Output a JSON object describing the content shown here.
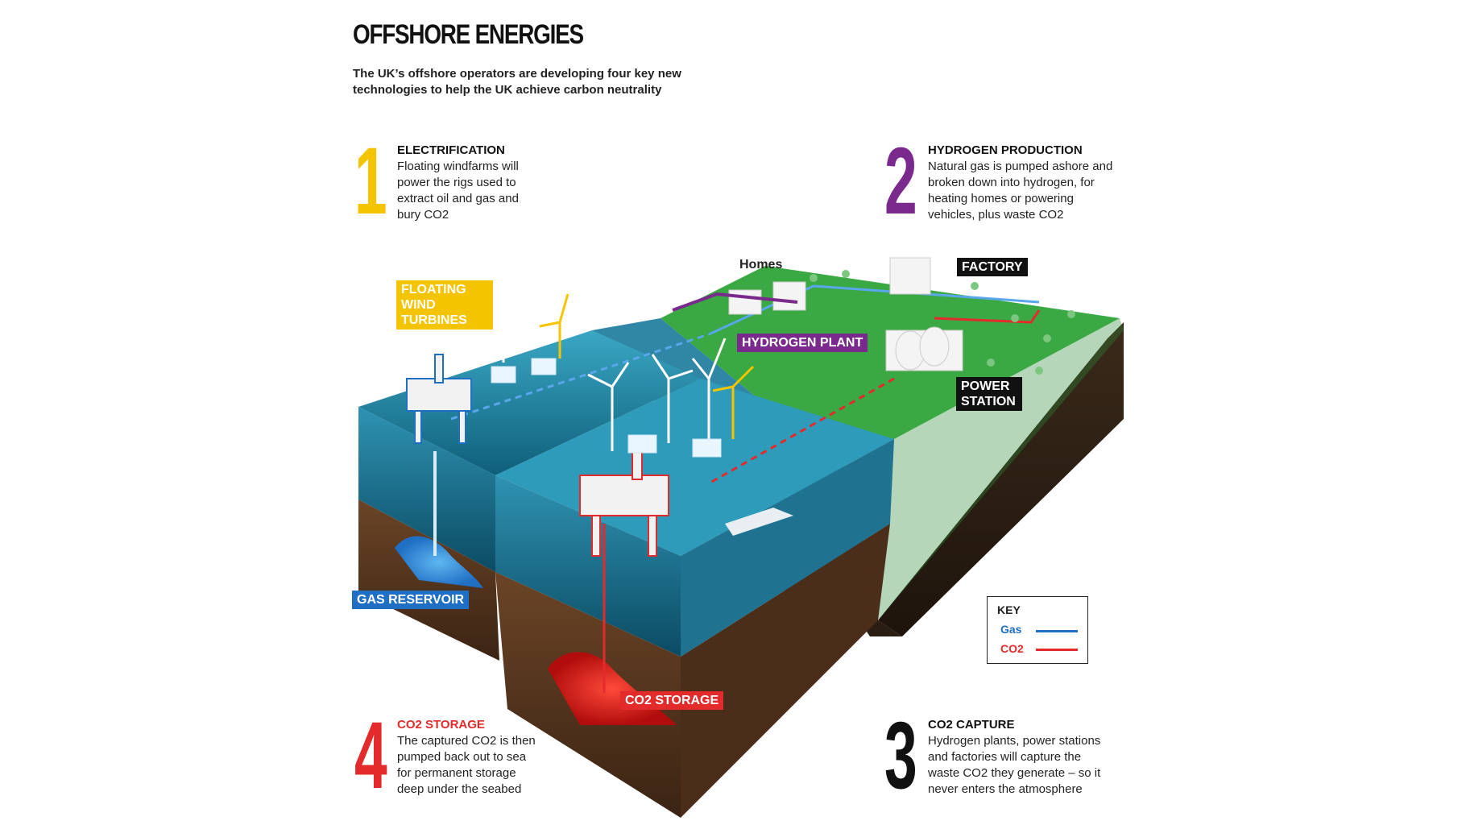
{
  "title": "OFFSHORE ENERGIES",
  "subtitle": "The UK’s offshore operators are developing four key new technologies to help the UK achieve carbon neutrality",
  "steps": [
    {
      "number": "1",
      "heading": "ELECTRIFICATION",
      "body": "Floating windfarms will power the rigs used to extract oil and gas and bury CO2",
      "color": "#f5b800"
    },
    {
      "number": "2",
      "heading": "HYDROGEN PRODUCTION",
      "body": "Natural gas is pumped ashore and broken down into hydrogen, for heating homes or powering vehicles, plus waste CO2",
      "color": "#7a2a8c"
    },
    {
      "number": "3",
      "heading": "CO2 CAPTURE",
      "body": "Hydrogen plants, power stations and factories will capture the waste CO2 they generate – so it never enters the atmosphere",
      "color": "#111111"
    },
    {
      "number": "4",
      "heading": "CO2 STORAGE",
      "body": "The captured CO2 is then pumped back out to sea for permanent storage deep under the seabed",
      "color": "#e32b2b"
    }
  ],
  "labels": {
    "floating_wind": "FLOATING WIND TURBINES",
    "homes": "Homes",
    "factory": "FACTORY",
    "hydrogen_plant": "HYDROGEN PLANT",
    "power_station": "POWER STATION",
    "gas_reservoir": "GAS RESERVOIR",
    "co2_storage": "CO2 STORAGE"
  },
  "key": {
    "title": "KEY",
    "items": [
      {
        "label": "Gas",
        "color": "#1f6fc4"
      },
      {
        "label": "CO2",
        "color": "#e32b2b"
      }
    ]
  },
  "colors": {
    "yellow": "#f5c400",
    "purple": "#7a2a8c",
    "black": "#111111",
    "blue": "#1f6fc4",
    "red": "#e32b2b",
    "sea": "#1e7f9a",
    "land": "#3aa843",
    "soil": "#5a3a22"
  }
}
